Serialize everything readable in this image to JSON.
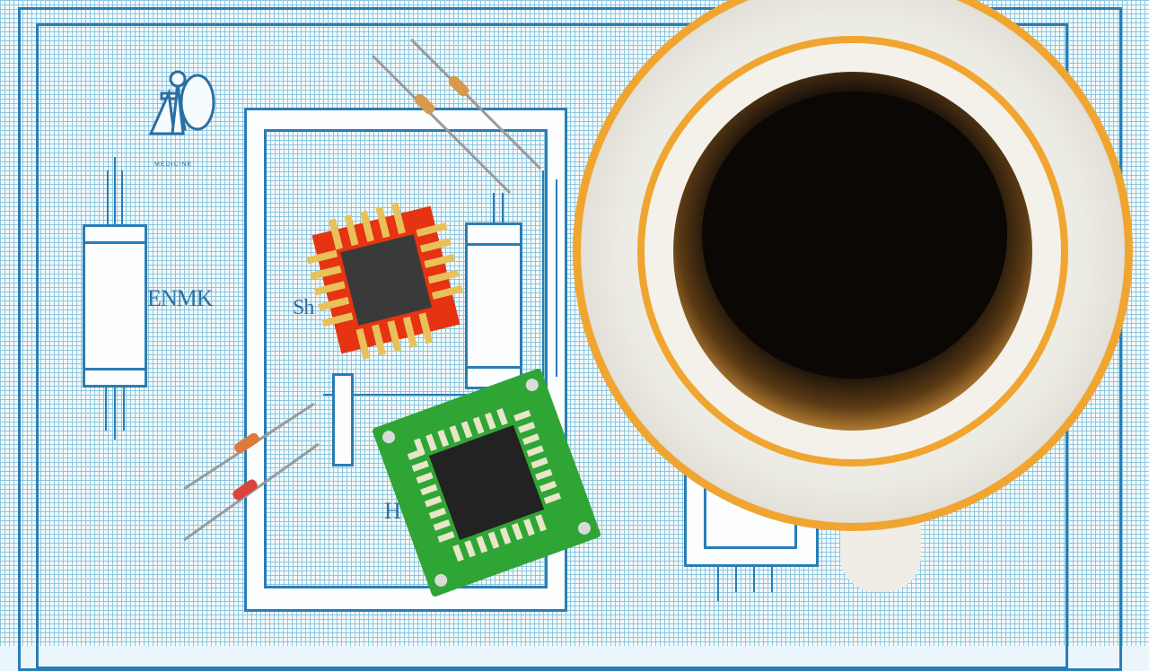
{
  "scene": {
    "description": "Blueprint-style circuit schematic on grid paper with electronic components and a cup of black coffee on a saucer",
    "colors": {
      "grid_line": "#8fc6dc",
      "paper": "#f2fafd",
      "schematic_blue": "#2a7db5",
      "chip_red": "#e63312",
      "pcb_green": "#2fa535",
      "coffee": "#120c08",
      "crema": "#8a5a1c",
      "saucer_rim": "#f0a530",
      "cup_white": "#f1efe8"
    }
  },
  "labels": {
    "left_component_text": "ENMK",
    "center_left_text": "Sh",
    "lower_text": "H",
    "small_caption": "MEDICINE"
  },
  "objects": [
    {
      "name": "red-qfn-chip",
      "pins_per_side": 5
    },
    {
      "name": "green-pcb-qfp-chip",
      "pins_per_side": 8
    },
    {
      "name": "resistor",
      "count": 4
    },
    {
      "name": "coffee-cup-on-saucer"
    }
  ]
}
